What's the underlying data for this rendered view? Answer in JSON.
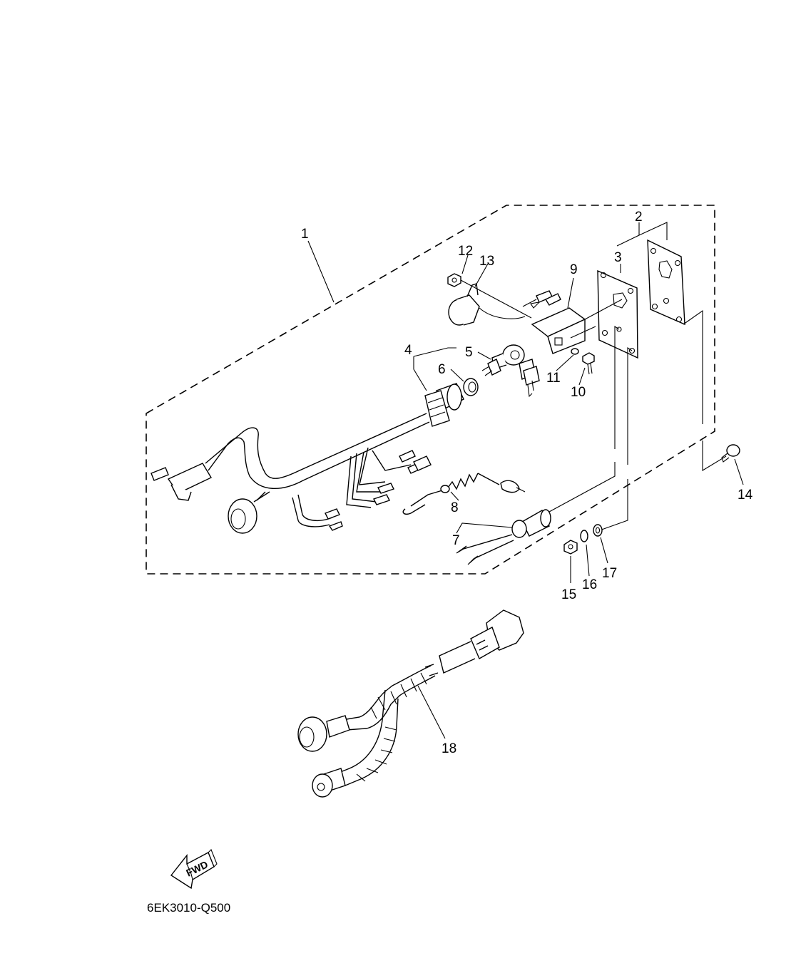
{
  "diagram": {
    "callouts": [
      "1",
      "2",
      "3",
      "4",
      "5",
      "6",
      "7",
      "8",
      "9",
      "10",
      "11",
      "12",
      "13",
      "14",
      "15",
      "16",
      "17",
      "18"
    ],
    "direction_badge": "FWD",
    "drawing_code": "6EK3010-Q500"
  },
  "icons": {
    "direction_arrow": "fwd-arrow-icon"
  }
}
